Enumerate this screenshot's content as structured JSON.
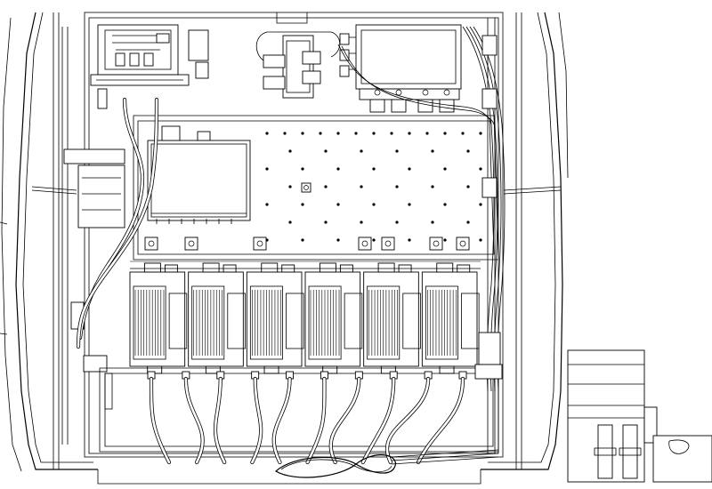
{
  "drawing": {
    "style": "line-art",
    "stroke_color": "#000000",
    "background_color": "#ffffff",
    "subject": "equipment-bay-interior"
  },
  "components": {
    "amplifier_modules_count": 6,
    "cable_runs_bottom_count": 10,
    "upper_left_box": "controller-box",
    "upper_mid_box": "splitter-block",
    "upper_right_box": "connector-module",
    "center_box": "mid-panel-unit",
    "right_box": "side-enclosure"
  }
}
